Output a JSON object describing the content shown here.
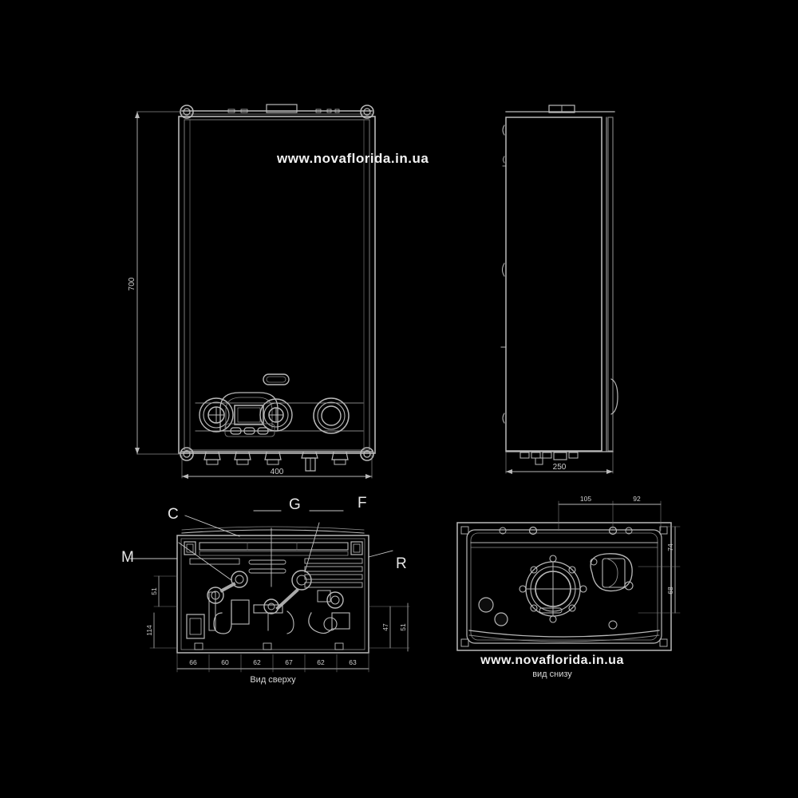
{
  "meta": {
    "title": "Nova Florida gas boiler — dimensional drawing",
    "background_color": "#000000",
    "line_color": "#b9b9b9",
    "text_color": "#dcdcdc"
  },
  "watermark": {
    "text": "www.novaflorida.in.ua",
    "instances": 2
  },
  "views": {
    "front": {
      "caption": "",
      "dimensions": {
        "height": "700",
        "width": "400"
      },
      "control_panel": {
        "left_knob": "knob-icon",
        "right_knob": "knob-icon",
        "display": "lcd-display",
        "buttons": [
          "button-1",
          "button-2",
          "button-3"
        ],
        "gauge": "pressure-gauge",
        "slot": "display-slot"
      }
    },
    "side": {
      "caption": "",
      "dimensions": {
        "depth": "250"
      }
    },
    "top_assembly": {
      "caption": "Вид сверху",
      "callouts": [
        "M",
        "C",
        "G",
        "F",
        "R"
      ],
      "bottom_dimensions": [
        "66",
        "60",
        "62",
        "67",
        "62",
        "63"
      ],
      "left_dimensions": [
        "51",
        "114"
      ],
      "right_dimensions": [
        "47",
        "51"
      ]
    },
    "bottom": {
      "caption": "вид снизу",
      "top_dimensions": [
        "105",
        "92"
      ],
      "right_dimensions": [
        "74",
        "68"
      ]
    }
  }
}
